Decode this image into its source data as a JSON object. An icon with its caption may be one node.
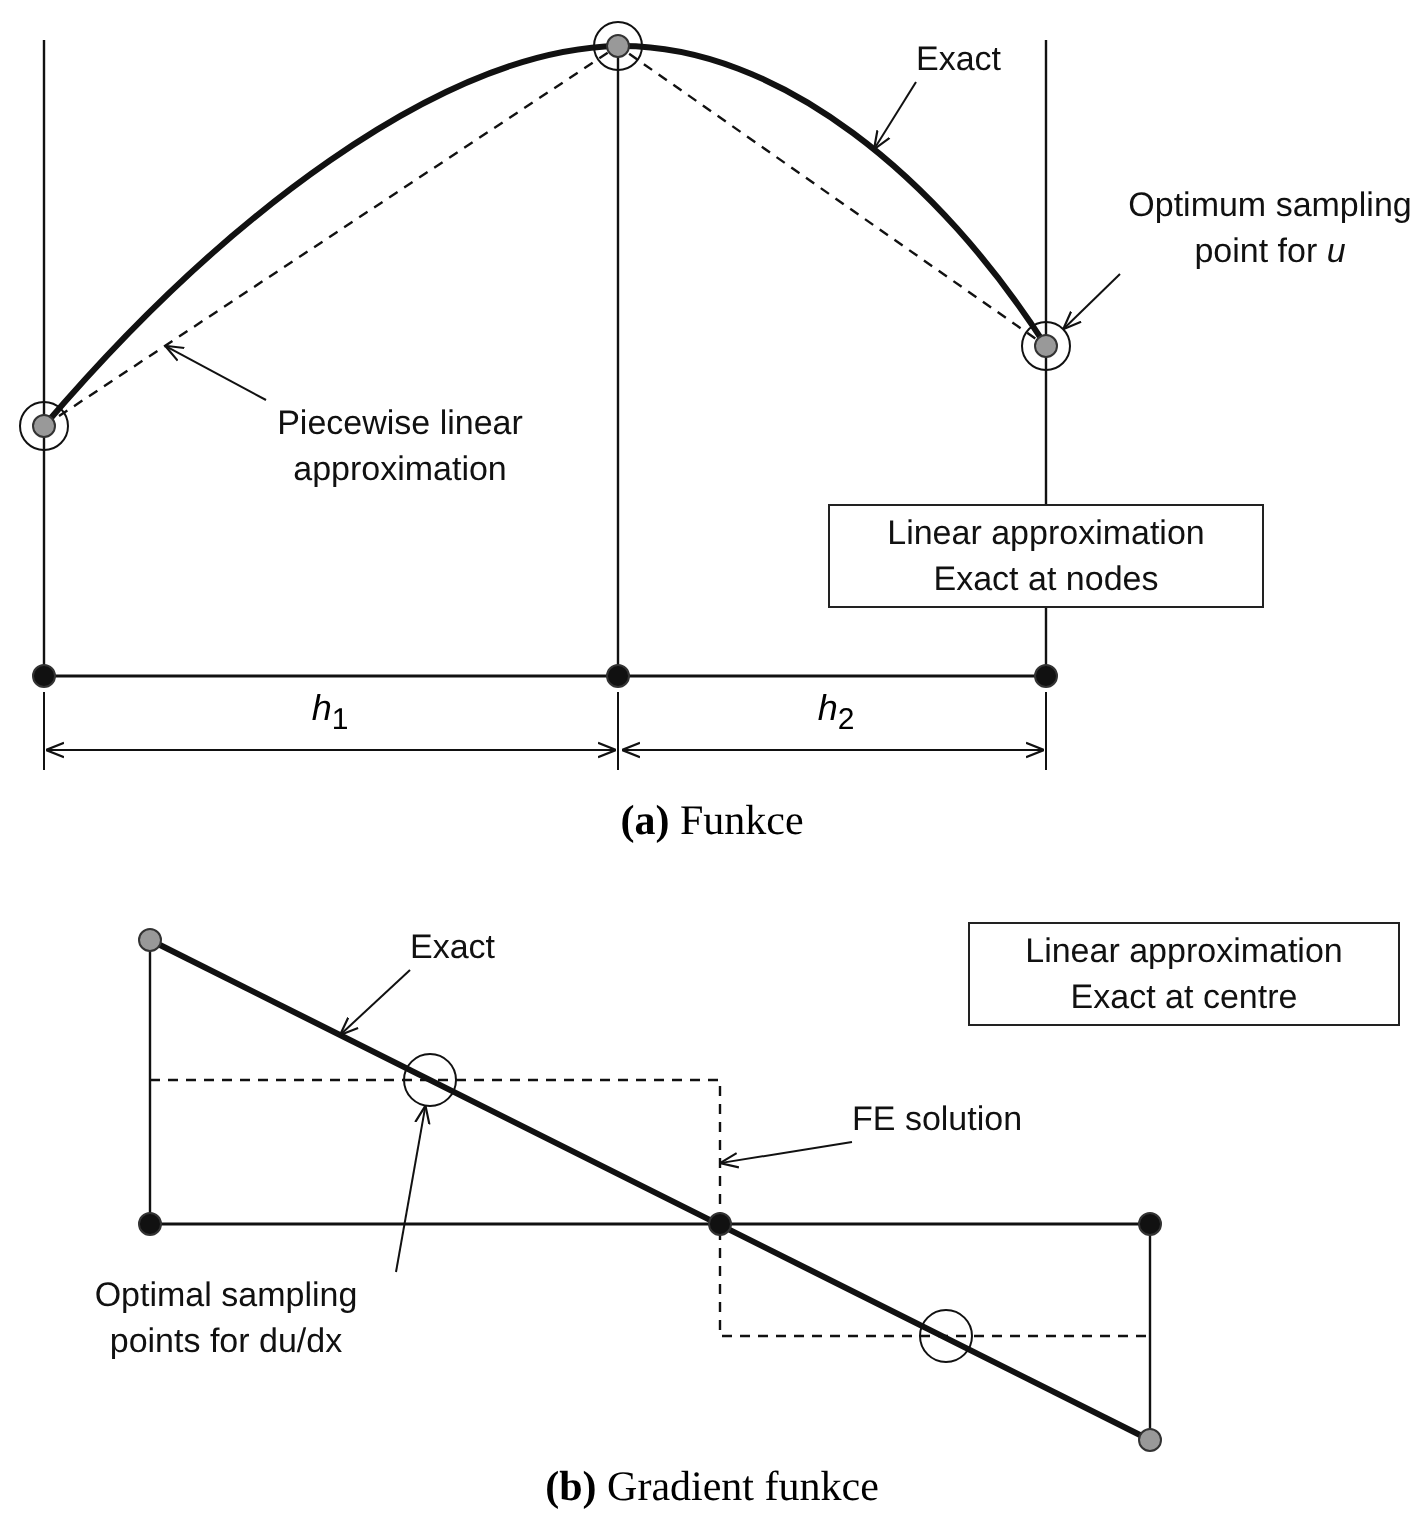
{
  "diagram": {
    "nodes": [
      {
        "text": [
          "Exact"
        ]
      },
      {
        "text": [
          "Optimum sampling point for *u*"
        ]
      },
      {
        "text": [
          "Piecewise linear approximation"
        ]
      },
      {
        "text": [
          "Linear approximation Exact at nodes"
        ]
      },
      {
        "text": [
          "Exact"
        ]
      },
      {
        "text": [
          "Linear approximation Exact at centre"
        ]
      },
      {
        "text": [
          "FE solution"
        ]
      },
      {
        "text": [
          "Optimal sampling points for du/dx"
        ]
      }
    ],
    "edges": [
      {
        "from": 0,
        "to": null,
        "arrow": "to"
      },
      {
        "from": 1,
        "to": null,
        "arrow": "to"
      },
      {
        "from": 2,
        "to": null,
        "arrow": "to"
      },
      {
        "from": 4,
        "to": null,
        "arrow": "to"
      },
      {
        "from": 6,
        "to": null,
        "arrow": "to"
      },
      {
        "from": 7,
        "to": null,
        "arrow": "to"
      }
    ],
    "labels": [
      "*h*$_{1}$",
      "*h*$_{2}$",
      "**(a)** Funkce",
      "**(b)** Gradient funkce"
    ]
  }
}
